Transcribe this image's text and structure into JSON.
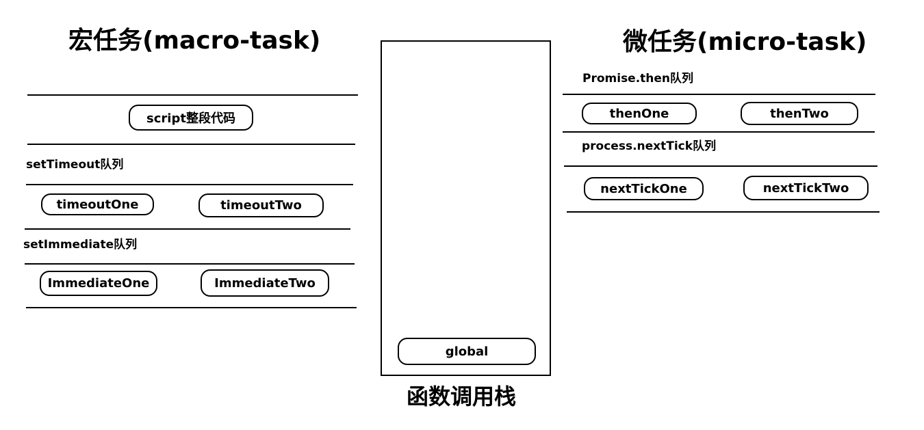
{
  "macro": {
    "title": "宏任务(macro-task)",
    "script_item": "script整段代码",
    "timeout_queue": {
      "label": "setTimeout队列",
      "items": [
        "timeoutOne",
        "timeoutTwo"
      ]
    },
    "immediate_queue": {
      "label": "setImmediate队列",
      "items": [
        "ImmediateOne",
        "ImmediateTwo"
      ]
    }
  },
  "stack": {
    "caption": "函数调用栈",
    "items": [
      "global"
    ]
  },
  "micro": {
    "title": "微任务(micro-task)",
    "promise_queue": {
      "label": "Promise.then队列",
      "items": [
        "thenOne",
        "thenTwo"
      ]
    },
    "nexttick_queue": {
      "label": "process.nextTick队列",
      "items": [
        "nextTickOne",
        "nextTickTwo"
      ]
    }
  }
}
